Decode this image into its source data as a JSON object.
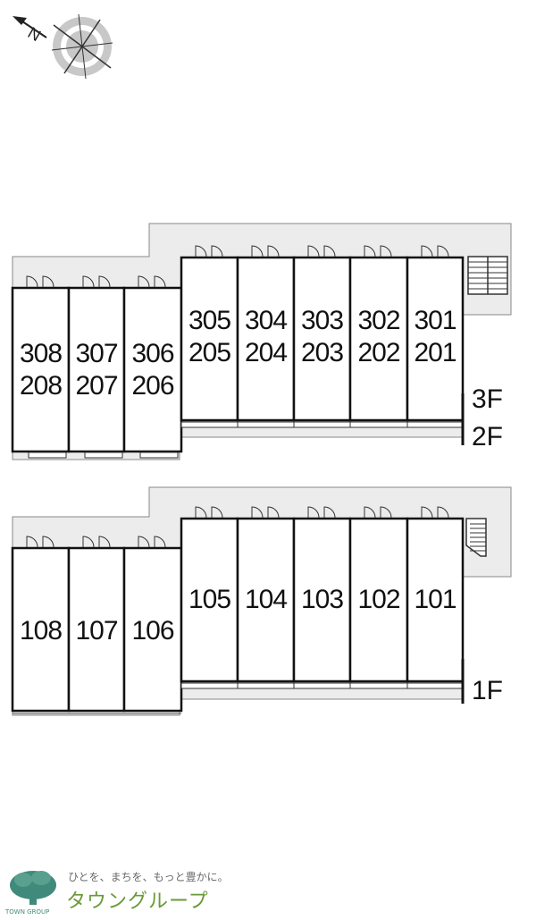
{
  "compass": {
    "north_letter": "N",
    "icon": "compass-icon"
  },
  "upper_plan": {
    "units_top": [
      "308",
      "307",
      "306",
      "305",
      "304",
      "303",
      "302",
      "301"
    ],
    "units_bottom": [
      "208",
      "207",
      "206",
      "205",
      "204",
      "203",
      "202",
      "201"
    ],
    "floor_labels": [
      "3F",
      "2F"
    ]
  },
  "lower_plan": {
    "units": [
      "108",
      "107",
      "106",
      "105",
      "104",
      "103",
      "102",
      "101"
    ],
    "floor_labels": [
      "1F"
    ]
  },
  "logo": {
    "tagline": "ひとを、まちを、もっと豊かに。",
    "name": "タウングループ",
    "sub": "TOWN GROUP",
    "brand_color": "#6a9a3a",
    "tree_color": "#3f8a7a"
  },
  "colors": {
    "corridor": "#ececec",
    "line": "#111111",
    "background": "#ffffff"
  }
}
